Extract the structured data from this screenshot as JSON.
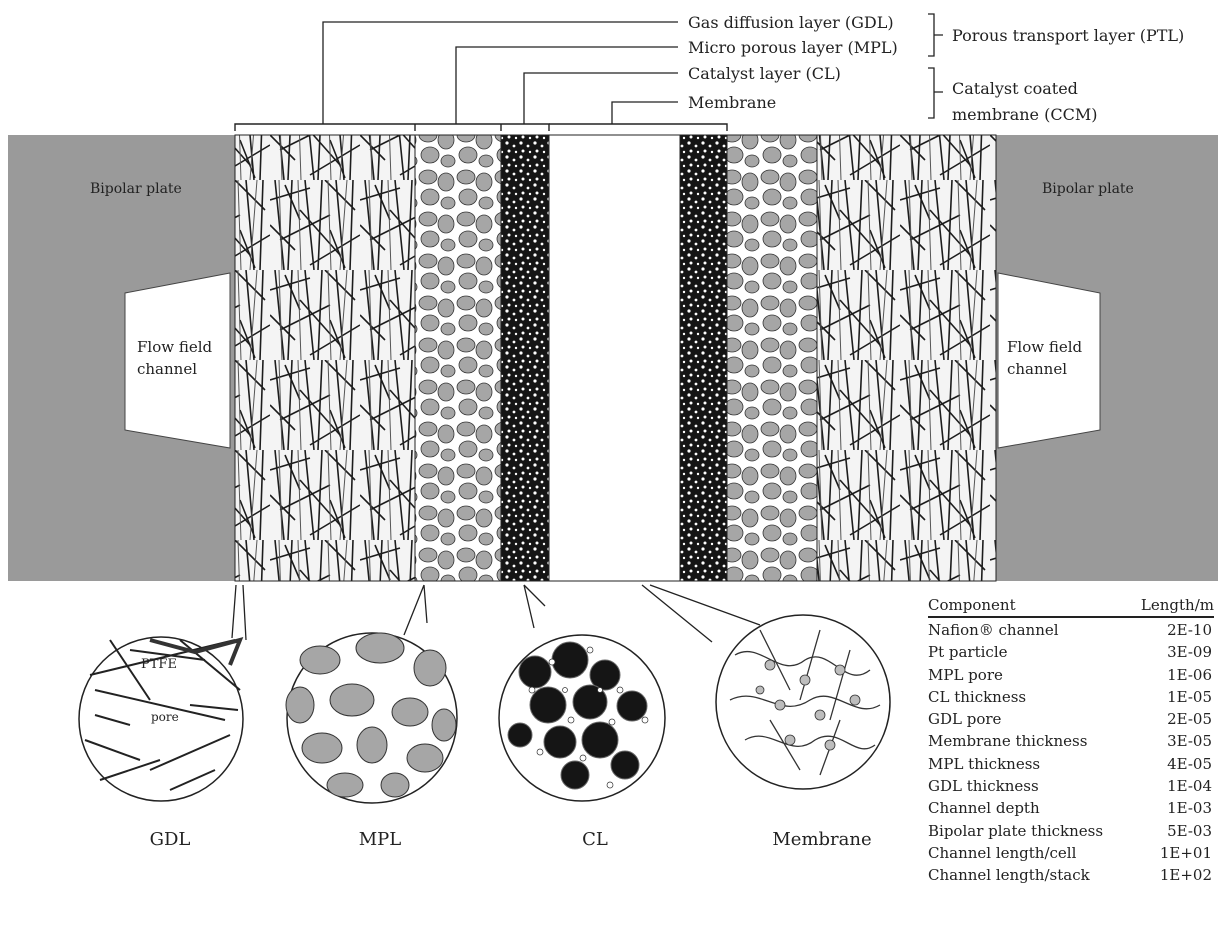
{
  "labels": {
    "gdl": "Gas diffusion layer (GDL)",
    "mpl": "Micro porous layer (MPL)",
    "cl": "Catalyst layer (CL)",
    "membrane": "Membrane",
    "ptl": "Porous transport layer (PTL)",
    "ccm_line1": "Catalyst coated",
    "ccm_line2": "membrane (CCM)",
    "bipolar_left": "Bipolar plate",
    "bipolar_right": "Bipolar plate",
    "flow_left_1": "Flow field",
    "flow_left_2": "channel",
    "flow_right_1": "Flow field",
    "flow_right_2": "channel",
    "ptfe": "PTFE",
    "pore": "pore"
  },
  "zoom_captions": {
    "gdl": "GDL",
    "mpl": "MPL",
    "cl": "CL",
    "membrane": "Membrane"
  },
  "table": {
    "header_component": "Component",
    "header_length": "Length/m",
    "rows": [
      {
        "name": "Nafion® channel",
        "value": "2E-10"
      },
      {
        "name": "Pt particle",
        "value": "3E-09"
      },
      {
        "name": "MPL pore",
        "value": "1E-06"
      },
      {
        "name": "CL thickness",
        "value": "1E-05"
      },
      {
        "name": "GDL pore",
        "value": "2E-05"
      },
      {
        "name": "Membrane thickness",
        "value": "3E-05"
      },
      {
        "name": "MPL thickness",
        "value": "4E-05"
      },
      {
        "name": "GDL thickness",
        "value": "1E-04"
      },
      {
        "name": "Channel depth",
        "value": "1E-03"
      },
      {
        "name": "Bipolar plate thickness",
        "value": "5E-03"
      },
      {
        "name": "Channel length/cell",
        "value": "1E+01"
      },
      {
        "name": "Channel length/stack",
        "value": "1E+02"
      }
    ]
  },
  "colors": {
    "bipolar_plate": "#9a9a9a",
    "mpl_particle": "#a6a6a6",
    "catalyst": "#151515",
    "line": "#222222"
  }
}
